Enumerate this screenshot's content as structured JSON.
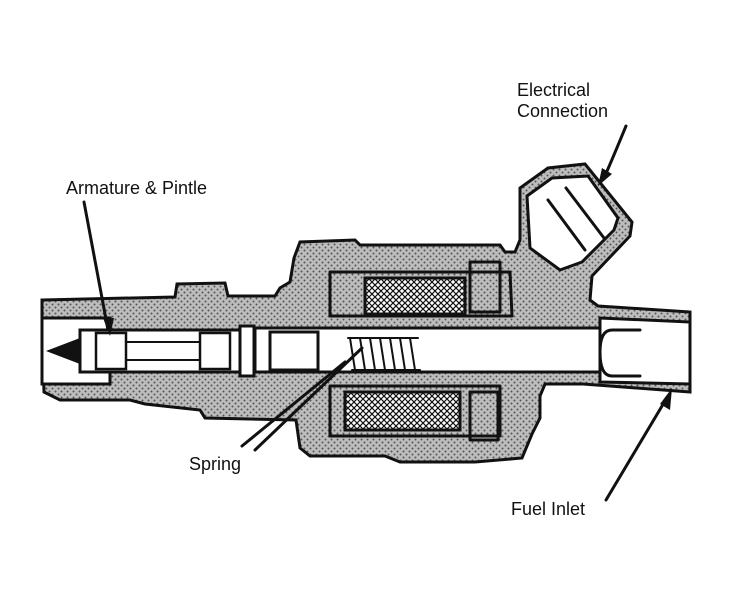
{
  "labels": {
    "electrical_connection_line1": "Electrical",
    "electrical_connection_line2": "Connection",
    "armature_pintle": "Armature & Pintle",
    "spring": "Spring",
    "fuel_inlet": "Fuel Inlet"
  },
  "colors": {
    "ink": "#111111",
    "hatch": "#8a8a8a",
    "background": "#ffffff"
  }
}
